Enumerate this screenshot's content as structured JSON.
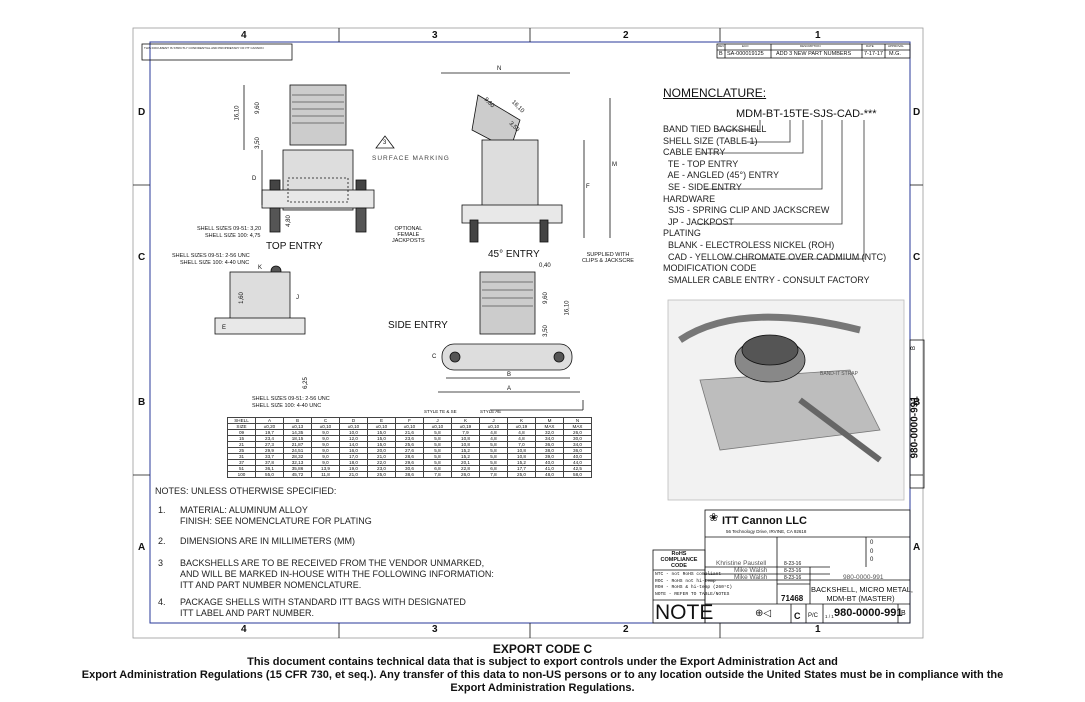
{
  "frame": {
    "zones_top": [
      "4",
      "3",
      "2",
      "1"
    ],
    "zones_side": [
      "D",
      "C",
      "B",
      "A"
    ]
  },
  "security_note": "THIS DOCUMENT IS STRICTLY CONFIDENTIAL AND PROPRIETARY OF ITT CANNON",
  "revision": {
    "headers": [
      "REV",
      "ECO",
      "DESCRIPTION",
      "DATE",
      "APPROVAL"
    ],
    "row": [
      "B",
      "SA-000019125",
      "ADD 3 NEW PART NUMBERS",
      "7-17-17",
      "M.G."
    ]
  },
  "views": {
    "top_entry": {
      "title": "TOP ENTRY",
      "dims": [
        "16,10",
        "9,60",
        "3,50",
        "D",
        "4,80"
      ],
      "surface_marking": "SURFACE MARKING",
      "note_ref": "3",
      "jackposts": "OPTIONAL\nFEMALE\nJACKPOSTS",
      "shell_sizes_a": "SHELL SIZES 09-51: 3,20",
      "shell_size_a": "SHELL SIZE 100: 4,75",
      "shell_sizes_b": "SHELL SIZES 09-51: 2-56 UNC",
      "shell_size_b": "SHELL SIZE 100: 4-40 UNC"
    },
    "angled": {
      "title": "45° ENTRY",
      "dims": [
        "N",
        "9,60",
        "16,10",
        "3,50",
        "M",
        "F",
        "0,40"
      ],
      "clips": "SUPPLIED WITH\nCLIPS & JACKSCRE"
    },
    "side_entry": {
      "title": "SIDE ENTRY",
      "dims": [
        "K",
        "1,60",
        "J",
        "E",
        "9,60",
        "16,10",
        "3,50",
        "6,25",
        "C",
        "B",
        "A"
      ],
      "shell_sizes": "SHELL SIZES 09-51: 2-56 UNC",
      "shell_size": "SHELL SIZE 100: 4-40 UNC"
    }
  },
  "table": {
    "group_headers": [
      "STYLE TE & SE",
      "STYLE AE"
    ],
    "headers": [
      "SHELL",
      "A",
      "B",
      "C",
      "D",
      "E",
      "F",
      "J",
      "K",
      "J",
      "K",
      "M",
      "N"
    ],
    "subheaders": [
      "SIZE",
      "±0,20",
      "±0,13",
      "±0,10",
      "±0,10",
      "±0,10",
      "±0,10",
      "±0,10",
      "±0,19",
      "±0,10",
      "±0,19",
      "MAX",
      "MAX"
    ],
    "rows": [
      [
        "09",
        "19,7",
        "14,35",
        "9,0",
        "10,0",
        "15,0",
        "21,6",
        "5,8",
        "7,9",
        "4,8",
        "4,8",
        "32,0",
        "26,0"
      ],
      [
        "15",
        "23,4",
        "18,15",
        "9,0",
        "12,0",
        "15,0",
        "23,6",
        "5,8",
        "10,8",
        "4,8",
        "4,8",
        "34,0",
        "30,0"
      ],
      [
        "21",
        "27,3",
        "21,87",
        "9,0",
        "14,0",
        "15,0",
        "25,6",
        "5,8",
        "10,8",
        "5,8",
        "7,0",
        "36,0",
        "34,0"
      ],
      [
        "25",
        "29,9",
        "24,51",
        "9,0",
        "16,0",
        "20,0",
        "27,6",
        "5,8",
        "15,2",
        "5,8",
        "10,8",
        "38,0",
        "36,0"
      ],
      [
        "31",
        "33,7",
        "28,32",
        "9,0",
        "17,0",
        "21,0",
        "28,6",
        "5,8",
        "15,2",
        "5,8",
        "10,8",
        "39,0",
        "40,0"
      ],
      [
        "37",
        "37,8",
        "32,13",
        "9,0",
        "18,0",
        "22,0",
        "29,6",
        "5,8",
        "20,1",
        "5,8",
        "15,2",
        "40,0",
        "44,0"
      ],
      [
        "51",
        "36,1",
        "35,86",
        "13,9",
        "19,0",
        "23,0",
        "30,6",
        "6,8",
        "22,8",
        "6,8",
        "17,7",
        "41,0",
        "42,5"
      ],
      [
        "100",
        "55,0",
        "45,72",
        "11,8",
        "21,0",
        "25,0",
        "38,6",
        "7,8",
        "26,0",
        "7,8",
        "25,0",
        "48,0",
        "58,0"
      ]
    ]
  },
  "nomenclature": {
    "title": "NOMENCLATURE:",
    "part": "MDM-BT-15TE-SJS-CAD-***",
    "lines": [
      "BAND TIED BACKSHELL",
      "SHELL SIZE (TABLE 1)",
      "CABLE ENTRY",
      "  TE - TOP ENTRY",
      "  AE - ANGLED (45°) ENTRY",
      "  SE - SIDE ENTRY",
      "HARDWARE",
      "  SJS - SPRING CLIP AND JACKSCREW",
      "  JP - JACKPOST",
      "PLATING",
      "  BLANK - ELECTROLESS NICKEL (ROH)",
      "  CAD - YELLOW CHROMATE OVER CADMIUM (NTC)",
      "MODIFICATION CODE",
      "  SMALLER CABLE ENTRY - CONSULT FACTORY"
    ]
  },
  "photo_label": "BAND-IT STRAP",
  "notes": {
    "title": "NOTES: UNLESS OTHERWISE SPECIFIED:",
    "items": [
      {
        "num": "1.",
        "text": "MATERIAL: ALUMINUM ALLOY\nFINISH: SEE NOMENCLATURE FOR PLATING"
      },
      {
        "num": "2.",
        "text": "DIMENSIONS ARE IN MILLIMETERS (MM)"
      },
      {
        "num": "3",
        "text": "BACKSHELLS ARE TO BE RECEIVED FROM THE VENDOR UNMARKED,\nAND WILL BE MARKED IN-HOUSE WITH THE FOLLOWING INFORMATION:\nITT AND PART NUMBER NOMENCLATURE."
      },
      {
        "num": "4.",
        "text": "PACKAGE SHELLS WITH STANDARD ITT BAGS WITH DESIGNATED\nITT LABEL AND PART NUMBER."
      }
    ]
  },
  "rohs": {
    "title": "RoHS\nCOMPLIANCE\nCODE",
    "lines": [
      "NTC - not RoHS compliant",
      "ROC - RoHS not hi-temp",
      "ROH - RoHS & hi-temp (260°C)",
      "NOTE - REFER TO TABLE/NOTES"
    ],
    "big": "NOTE"
  },
  "title_block": {
    "company": "ITT Cannon LLC",
    "address": "56 Technology Drive, IRVINE, CA 92618",
    "drawn": "Khristine Paustell",
    "checked": "Mike Walsh",
    "approved": "Mike Walsh",
    "date": "8-23-16",
    "part_no": "980-0000-991",
    "description": "BACKSHELL, MICRO METAL,\nMDM-BT (MASTER)",
    "cage": "71468",
    "size": "C",
    "type": "P/C",
    "sheet": "1 / 1",
    "rev": "B",
    "drawing_number": "980-0000-991",
    "critical": [
      "0",
      "0",
      "0"
    ]
  },
  "side_strip": {
    "number": "980-0000-991",
    "rev": "B"
  },
  "export": {
    "code": "EXPORT CODE C",
    "lines": [
      "This document contains technical data that is subject to export controls under the Export Administration Act and",
      "Export Administration Regulations (15 CFR 730, et seq.). Any transfer of this data to non-US persons or to any location outside the United States must be in compliance with the",
      "Export Administration Regulations."
    ]
  }
}
